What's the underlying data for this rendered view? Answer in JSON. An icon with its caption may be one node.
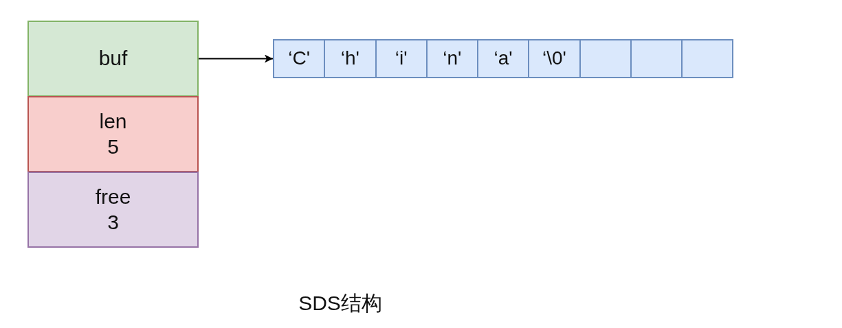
{
  "diagram": {
    "caption": "SDS结构",
    "nodes": [
      {
        "text": [
          "buf"
        ]
      },
      {
        "text": [
          "len",
          "5"
        ]
      },
      {
        "text": [
          "free",
          "3"
        ]
      },
      {
        "text": [
          "‘C'"
        ]
      },
      {
        "text": [
          "‘h'"
        ]
      },
      {
        "text": [
          "‘i'"
        ]
      },
      {
        "text": [
          "‘n'"
        ]
      },
      {
        "text": [
          "‘a'"
        ]
      },
      {
        "text": [
          "‘\\0'"
        ]
      },
      {
        "text": [],
        "shape": "box"
      },
      {
        "text": [],
        "shape": "box"
      },
      {
        "text": [],
        "shape": "box"
      }
    ],
    "edges": [
      {
        "from": 0,
        "to": 3,
        "arrow": "to"
      }
    ]
  }
}
